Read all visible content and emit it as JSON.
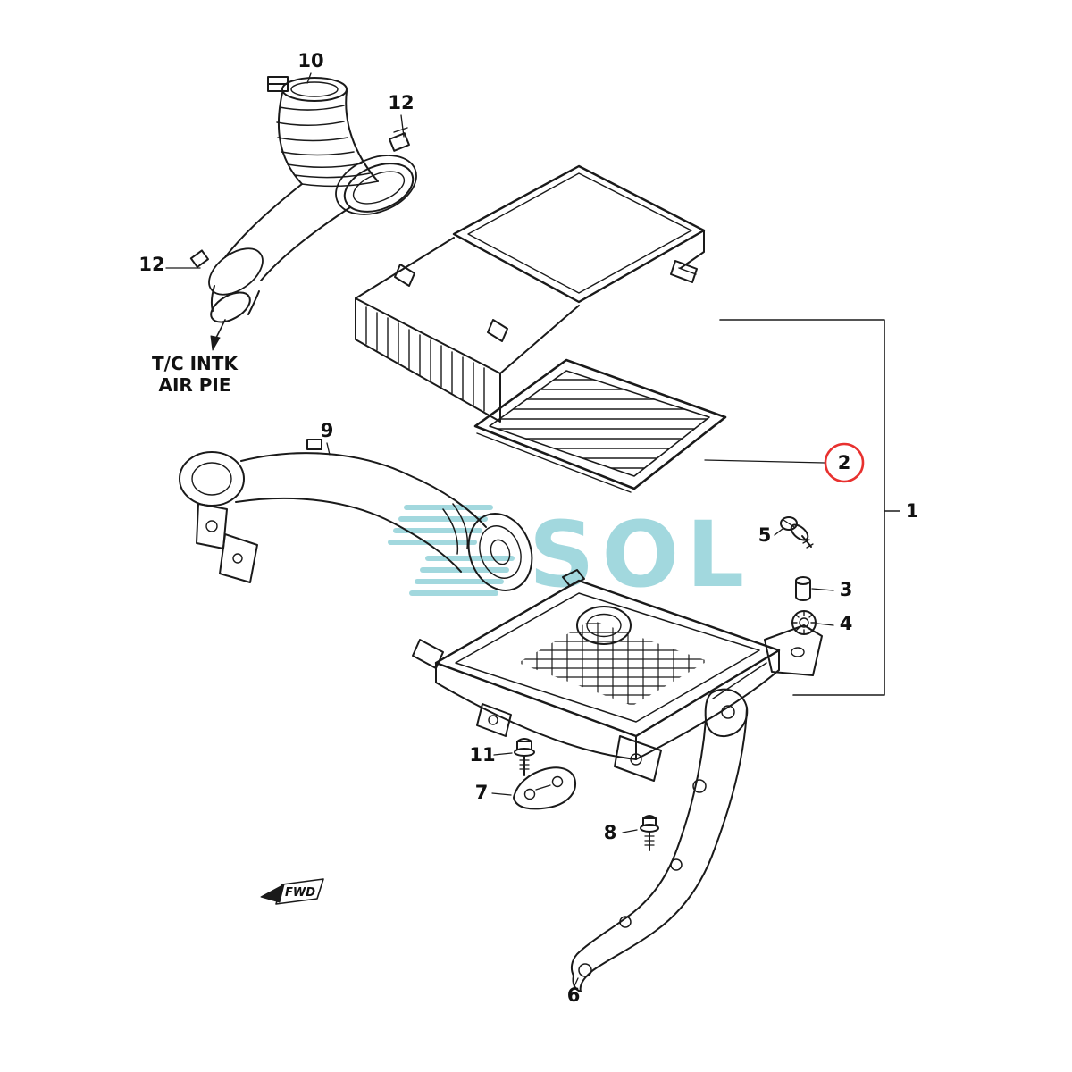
{
  "diagram": {
    "part_labels": {
      "p1": "1",
      "p2": "2",
      "p3": "3",
      "p4": "4",
      "p5": "5",
      "p6": "6",
      "p7": "7",
      "p8": "8",
      "p9": "9",
      "p10": "10",
      "p11": "11",
      "p12_top": "12",
      "p12_left": "12"
    },
    "annotations": {
      "tc_intake_line1": "T/C INTK",
      "tc_intake_line2": "AIR PIE",
      "fwd_label": "FWD"
    },
    "watermark_text": "SOL",
    "colors": {
      "line": "#1a1a1a",
      "highlight": "#e8312f",
      "watermark": "#8ccfd6",
      "background": "#ffffff"
    }
  }
}
